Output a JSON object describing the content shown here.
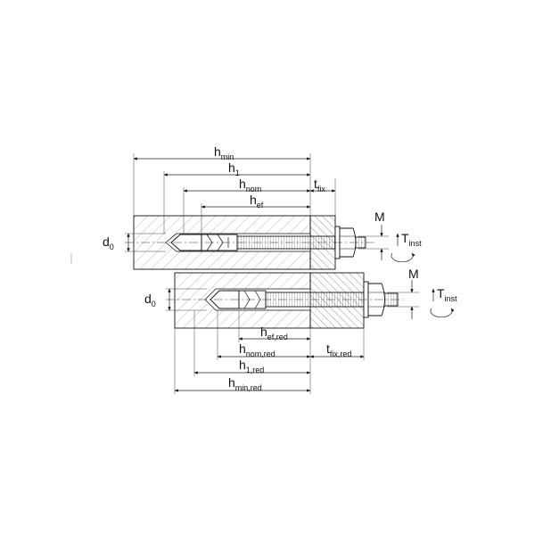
{
  "labels": {
    "h_min": {
      "base": "h",
      "sub": "min"
    },
    "h_1": {
      "base": "h",
      "sub": "1"
    },
    "h_nom": {
      "base": "h",
      "sub": "nom"
    },
    "h_ef": {
      "base": "h",
      "sub": "ef"
    },
    "t_fix": {
      "base": "t",
      "sub": "fix"
    },
    "d_0_top": {
      "base": "d",
      "sub": "0"
    },
    "M_top": {
      "base": "M",
      "sub": ""
    },
    "T_inst_top": {
      "base": "T",
      "sub": "inst"
    },
    "d_0_bottom": {
      "base": "d",
      "sub": "0"
    },
    "M_bottom": {
      "base": "M",
      "sub": ""
    },
    "T_inst_bottom": {
      "base": "T",
      "sub": "inst"
    },
    "h_ef_red": {
      "base": "h",
      "sub": "ef,red"
    },
    "h_nom_red": {
      "base": "h",
      "sub": "nom,red"
    },
    "t_fix_red": {
      "base": "t",
      "sub": "fix,red"
    },
    "h_1_red": {
      "base": "h",
      "sub": "1,red"
    },
    "h_min_red": {
      "base": "h",
      "sub": "min,red"
    }
  },
  "colors": {
    "line": "#111111",
    "hatch": "#555555",
    "background": "#ffffff"
  }
}
